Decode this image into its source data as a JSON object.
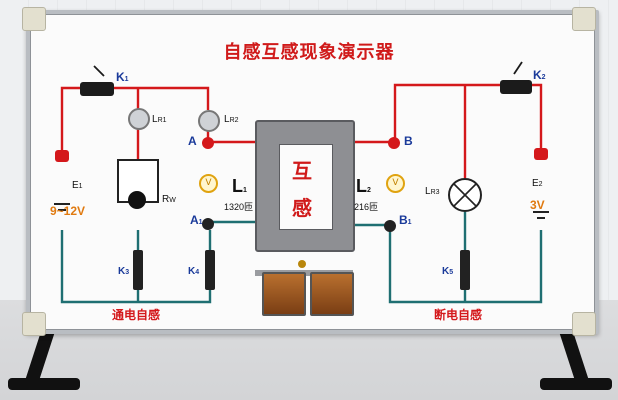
{
  "title": "自感互感现象演示器",
  "switches": {
    "k1": "K",
    "k1_sub": "1",
    "k2": "K",
    "k2_sub": "2",
    "k3": "K",
    "k3_sub": "3",
    "k4": "K",
    "k4_sub": "4",
    "k5": "K",
    "k5_sub": "5"
  },
  "lamps": {
    "lr1": "L",
    "lr1_sub": "R1",
    "lr2": "L",
    "lr2_sub": "R2",
    "lr3": "L",
    "lr3_sub": "R3"
  },
  "sources": {
    "e1": "E",
    "e1_sub": "1",
    "e1_value": "9~12V",
    "e2": "E",
    "e2_sub": "2",
    "e2_value": "3V"
  },
  "resistor": {
    "name": "R",
    "sub": "W"
  },
  "coils": {
    "l1": "L",
    "l1_sub": "1",
    "l1_turns": "1320匝",
    "l2": "L",
    "l2_sub": "2",
    "l2_turns": "216匝",
    "core_top": "互",
    "core_bottom": "感"
  },
  "terminals": {
    "a": "A",
    "a1": "A",
    "a1_sub": "1",
    "b": "B",
    "b1": "B",
    "b1_sub": "1"
  },
  "meters": {
    "left": "V",
    "right": "V"
  },
  "sections": {
    "left": "通电自感",
    "right": "断电自感"
  },
  "colors": {
    "wire_red": "#d4181b",
    "wire_teal": "#1f6f72",
    "text_blue": "#1a3a9a",
    "text_red": "#d01a1a"
  }
}
